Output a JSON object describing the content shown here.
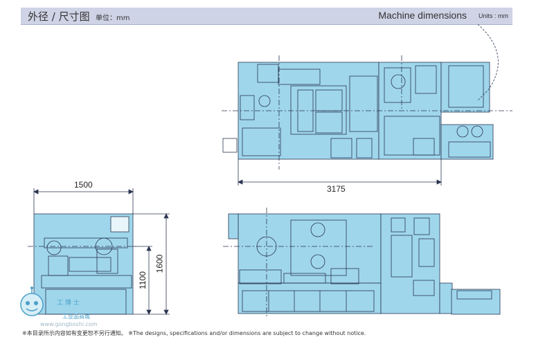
{
  "header": {
    "title_cn": "外径 / 尺寸图",
    "unit_cn": "单位：mm",
    "title_en": "Machine dimensions",
    "unit_en": "Units : mm"
  },
  "dimensions": {
    "width_side": "1500",
    "length_top": "3175",
    "height_table": "1100",
    "height_total": "1600"
  },
  "footnote": "※本目录所示内容如有变更恕不另行通知。 ※The designs, specifications and/or dimensions are subject to change without notice.",
  "watermark": {
    "name": "工 博 士",
    "site": "工业品商城",
    "url": "www.gongboshi.com"
  },
  "colors": {
    "machine_fill": "#9fd6ec",
    "line": "#2a3550",
    "header_bg": "#cfd3e6"
  }
}
